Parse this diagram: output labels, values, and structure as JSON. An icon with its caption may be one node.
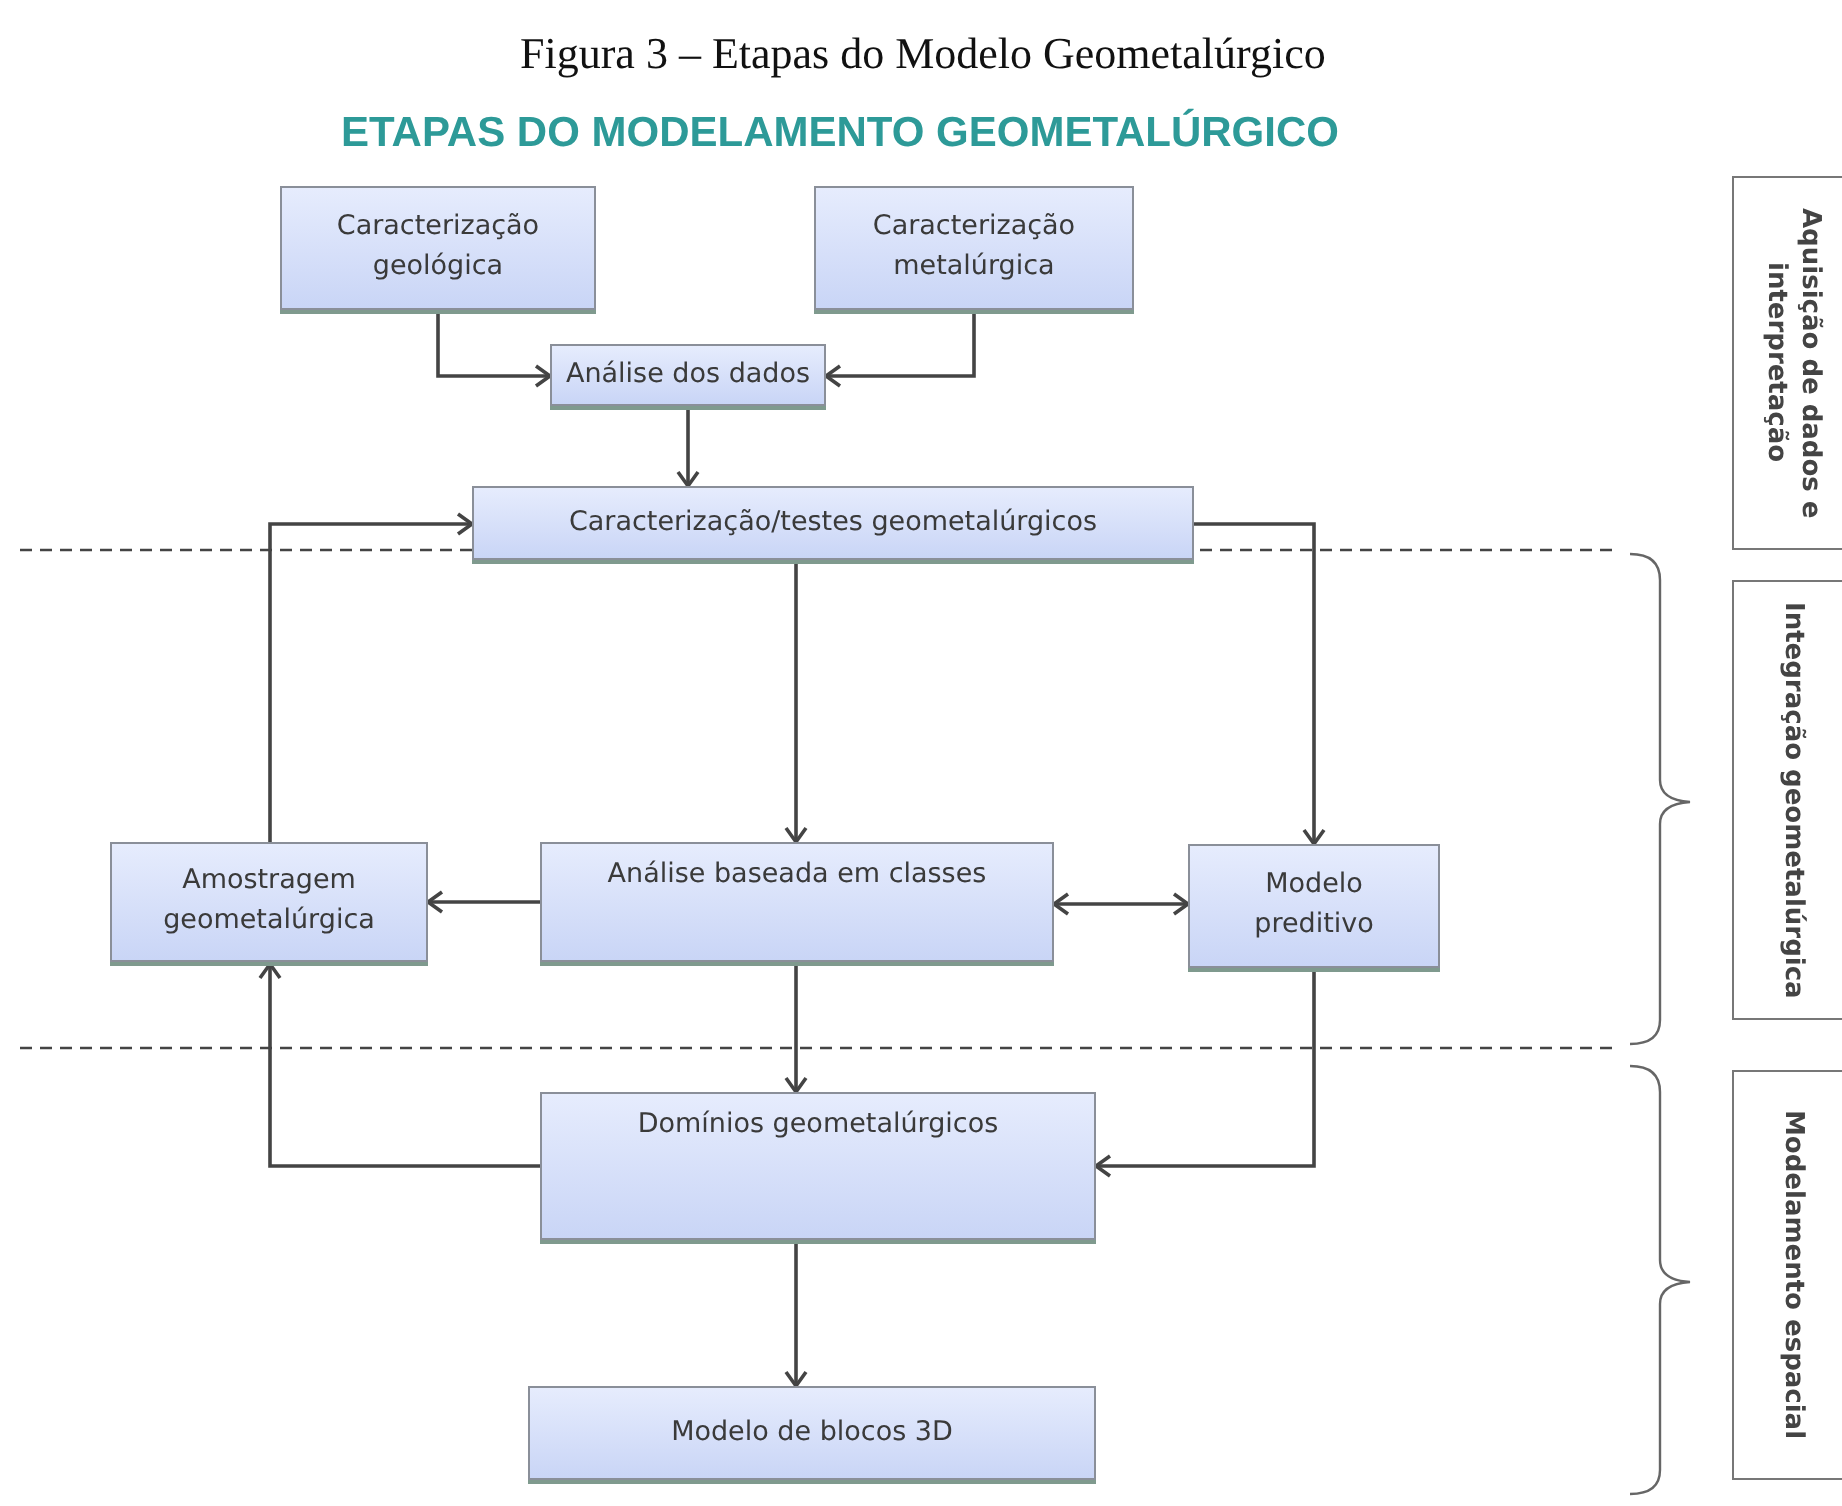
{
  "diagram": {
    "caption": "Figura 3 – Etapas do Modelo Geometalúrgico",
    "title": "ETAPAS DO MODELAMENTO GEOMETALÚRGICO",
    "nodes": [
      {
        "text": [
          "Caracterização geológica"
        ]
      },
      {
        "text": [
          "Caracterização metalúrgica"
        ]
      },
      {
        "text": [
          "Análise dos dados"
        ]
      },
      {
        "text": [
          "Caracterização/testes geometalúrgicos"
        ]
      },
      {
        "text": [
          "Amostragem geometalúrgica"
        ]
      },
      {
        "text": [
          "Análise baseada em classes"
        ]
      },
      {
        "text": [
          "Modelo preditivo"
        ]
      },
      {
        "text": [
          "Domínios geometalúrgicos"
        ]
      },
      {
        "text": [
          "Modelo de blocos 3D"
        ]
      },
      {
        "text": [
          "Aquisição de dados e interpretação"
        ]
      },
      {
        "text": [
          "Integração geometalúrgica"
        ]
      },
      {
        "text": [
          "Modelamento espacial"
        ]
      }
    ],
    "edges": [
      {
        "from": 0,
        "to": 2,
        "arrow": "to"
      },
      {
        "from": 1,
        "to": 2,
        "arrow": "to"
      },
      {
        "from": 2,
        "to": 3,
        "arrow": "to"
      },
      {
        "from": 4,
        "to": 3,
        "arrow": "to"
      },
      {
        "from": 3,
        "to": 5,
        "arrow": "to"
      },
      {
        "from": 3,
        "to": 6,
        "arrow": "to"
      },
      {
        "from": 5,
        "to": 4,
        "arrow": "to"
      },
      {
        "from": 5,
        "to": 6,
        "arrow": "both"
      },
      {
        "from": 5,
        "to": 7,
        "arrow": "to"
      },
      {
        "from": 7,
        "to": 4,
        "arrow": "to"
      },
      {
        "from": 6,
        "to": 7,
        "arrow": "to"
      },
      {
        "from": 7,
        "to": 8,
        "arrow": "to"
      }
    ]
  }
}
